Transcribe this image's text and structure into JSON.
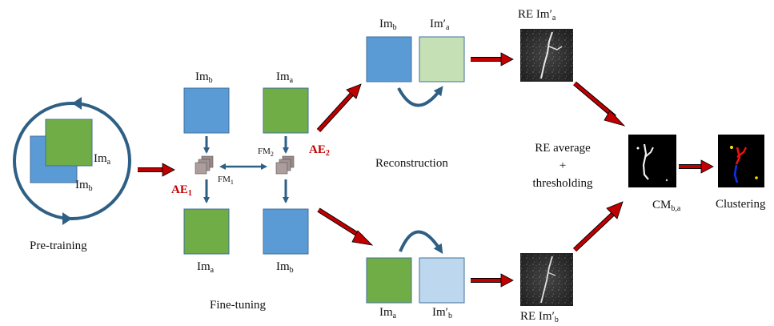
{
  "colors": {
    "blue_square": "#5b9bd5",
    "green_square": "#70ad47",
    "light_green": "#c5e0b4",
    "light_blue": "#bdd7ee",
    "dark_blue": "#41719c",
    "arrow_red": "#c00000",
    "circle": "#2e5f85"
  },
  "labels": {
    "pretraining": {
      "im_a_main": "Im",
      "im_a_sub": "a",
      "im_b_main": "Im",
      "im_b_sub": "b",
      "caption": "Pre-training"
    },
    "finetuning": {
      "caption": "Fine-tuning",
      "top_left_main": "Im",
      "top_left_sub": "b",
      "top_right_main": "Im",
      "top_right_sub": "a",
      "bottom_left_main": "Im",
      "bottom_left_sub": "a",
      "bottom_right_main": "Im",
      "bottom_right_sub": "b",
      "fm1_main": "FM",
      "fm1_sub": "1",
      "fm2_main": "FM",
      "fm2_sub": "2",
      "ae1_main": "AE",
      "ae1_sub": "1",
      "ae2_main": "AE",
      "ae2_sub": "2"
    },
    "reconstruction": {
      "caption": "Reconstruction",
      "top_left_main": "Im",
      "top_left_sub": "b",
      "top_right_main": "Im′",
      "top_right_sub": "a",
      "bottom_left_main": "Im",
      "bottom_left_sub": "a",
      "bottom_right_main": "Im′",
      "bottom_right_sub": "b"
    },
    "re": {
      "top_main": "RE Im′",
      "top_sub": "a",
      "bottom_main": "RE Im′",
      "bottom_sub": "b",
      "average_line1": "RE average",
      "average_line2": "+",
      "average_line3": "thresholding"
    },
    "output": {
      "cm_main": "CM",
      "cm_sub": "b,a",
      "clustering": "Clustering"
    }
  }
}
